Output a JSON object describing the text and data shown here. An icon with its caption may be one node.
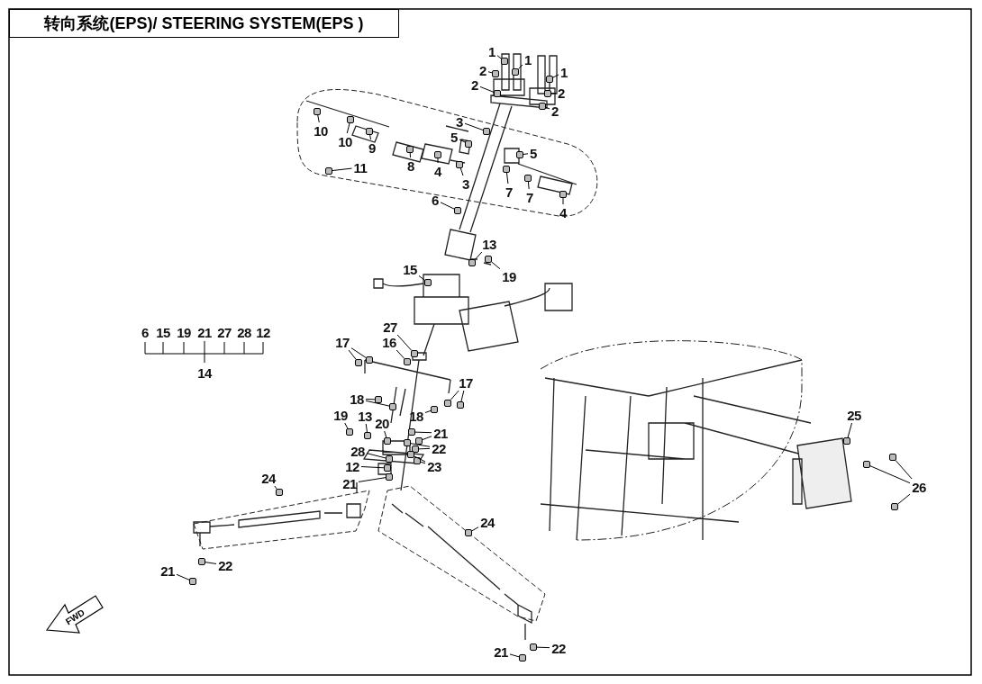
{
  "diagram": {
    "title": "转向系统(EPS)/ STEERING SYSTEM(EPS )",
    "nodes": [
      {
        "text": [
          "1"
        ]
      },
      {
        "text": [
          "1"
        ]
      },
      {
        "text": [
          "1"
        ]
      },
      {
        "text": [
          "2"
        ]
      },
      {
        "text": [
          "2"
        ]
      },
      {
        "text": [
          "2"
        ]
      },
      {
        "text": [
          "2"
        ]
      },
      {
        "text": [
          "10"
        ]
      },
      {
        "text": [
          "3"
        ]
      },
      {
        "text": [
          "10"
        ]
      },
      {
        "text": [
          "5"
        ]
      },
      {
        "text": [
          "9"
        ]
      },
      {
        "text": [
          "5"
        ]
      },
      {
        "text": [
          "8"
        ]
      },
      {
        "text": [
          "11"
        ]
      },
      {
        "text": [
          "4"
        ]
      },
      {
        "text": [
          "3"
        ]
      },
      {
        "text": [
          "7"
        ]
      },
      {
        "text": [
          "7"
        ]
      },
      {
        "text": [
          "6"
        ]
      },
      {
        "text": [
          "4"
        ]
      },
      {
        "text": [
          "13"
        ]
      },
      {
        "text": [
          "15"
        ]
      },
      {
        "text": [
          "19"
        ]
      },
      {
        "text": [
          "27"
        ]
      },
      {
        "text": [
          "17"
        ]
      },
      {
        "text": [
          "16"
        ]
      },
      {
        "text": [
          "17"
        ]
      },
      {
        "text": [
          "18"
        ]
      },
      {
        "text": [
          "18"
        ]
      },
      {
        "text": [
          "19"
        ]
      },
      {
        "text": [
          "13"
        ]
      },
      {
        "text": [
          "20"
        ]
      },
      {
        "text": [
          "21"
        ]
      },
      {
        "text": [
          "22"
        ]
      },
      {
        "text": [
          "23"
        ]
      },
      {
        "text": [
          "28"
        ]
      },
      {
        "text": [
          "12"
        ]
      },
      {
        "text": [
          "21"
        ]
      },
      {
        "text": [
          "24"
        ]
      },
      {
        "text": [
          "24"
        ]
      },
      {
        "text": [
          "22"
        ]
      },
      {
        "text": [
          "21"
        ]
      },
      {
        "text": [
          "21"
        ]
      },
      {
        "text": [
          "22"
        ]
      },
      {
        "text": [
          "25"
        ]
      },
      {
        "text": [
          "26"
        ]
      },
      {
        "text": [],
        "shape": "box"
      },
      {
        "text": [],
        "shape": "box"
      },
      {
        "text": [],
        "shape": "box"
      },
      {
        "text": [],
        "shape": "box"
      },
      {
        "text": [],
        "shape": "box"
      },
      {
        "text": [],
        "shape": "box"
      },
      {
        "text": [],
        "shape": "box"
      },
      {
        "text": [],
        "shape": "box"
      },
      {
        "text": [],
        "shape": "box"
      },
      {
        "text": [],
        "shape": "box"
      },
      {
        "text": [],
        "shape": "box"
      },
      {
        "text": [],
        "shape": "box"
      },
      {
        "text": [],
        "shape": "box"
      },
      {
        "text": [],
        "shape": "box"
      },
      {
        "text": [],
        "shape": "box"
      },
      {
        "text": [],
        "shape": "box"
      },
      {
        "text": [],
        "shape": "box"
      },
      {
        "text": [],
        "shape": "box"
      },
      {
        "text": [],
        "shape": "box"
      },
      {
        "text": [],
        "shape": "box"
      },
      {
        "text": [],
        "shape": "box"
      },
      {
        "text": [],
        "shape": "box"
      },
      {
        "text": [],
        "shape": "box"
      },
      {
        "text": [],
        "shape": "box"
      },
      {
        "text": [],
        "shape": "box"
      },
      {
        "text": [],
        "shape": "box"
      },
      {
        "text": [],
        "shape": "box"
      },
      {
        "text": [],
        "shape": "box"
      },
      {
        "text": [],
        "shape": "box"
      },
      {
        "text": [],
        "shape": "box"
      },
      {
        "text": [],
        "shape": "box"
      },
      {
        "text": [],
        "shape": "box"
      },
      {
        "text": [],
        "shape": "box"
      },
      {
        "text": [],
        "shape": "box"
      },
      {
        "text": [],
        "shape": "box"
      },
      {
        "text": [],
        "shape": "box"
      },
      {
        "text": [],
        "shape": "box"
      },
      {
        "text": [],
        "shape": "box"
      },
      {
        "text": [],
        "shape": "box"
      },
      {
        "text": [],
        "shape": "box"
      },
      {
        "text": [],
        "shape": "box"
      },
      {
        "text": [],
        "shape": "box"
      },
      {
        "text": [],
        "shape": "box"
      },
      {
        "text": [],
        "shape": "box"
      },
      {
        "text": [],
        "shape": "box"
      },
      {
        "text": [],
        "shape": "box"
      },
      {
        "text": [],
        "shape": "box"
      },
      {
        "text": [],
        "shape": "box"
      },
      {
        "text": [],
        "shape": "box"
      },
      {
        "text": [],
        "shape": "box"
      },
      {
        "text": [],
        "shape": "box"
      },
      {
        "text": [],
        "shape": "box"
      },
      {
        "text": [],
        "shape": "box"
      },
      {
        "text": [],
        "shape": "box"
      },
      {
        "text": [],
        "shape": "box"
      }
    ],
    "edges": [
      {
        "from": 0,
        "to": 47,
        "arrow": "none"
      },
      {
        "from": 1,
        "to": 48,
        "arrow": "none"
      },
      {
        "from": 2,
        "to": 49,
        "arrow": "none"
      },
      {
        "from": 3,
        "to": 50,
        "arrow": "none"
      },
      {
        "from": 4,
        "to": 51,
        "arrow": "none"
      },
      {
        "from": 5,
        "to": 52,
        "arrow": "none"
      },
      {
        "from": 6,
        "to": 53,
        "arrow": "none"
      },
      {
        "from": 7,
        "to": 54,
        "arrow": "none"
      },
      {
        "from": 8,
        "to": 55,
        "arrow": "none"
      },
      {
        "from": 9,
        "to": 56,
        "arrow": "none"
      },
      {
        "from": 10,
        "to": 57,
        "arrow": "none"
      },
      {
        "from": 11,
        "to": 58,
        "arrow": "none"
      },
      {
        "from": 12,
        "to": 59,
        "arrow": "none"
      },
      {
        "from": 13,
        "to": 60,
        "arrow": "none"
      },
      {
        "from": 14,
        "to": 61,
        "arrow": "none"
      },
      {
        "from": 15,
        "to": 62,
        "arrow": "none"
      },
      {
        "from": 16,
        "to": 63,
        "arrow": "none"
      },
      {
        "from": 17,
        "to": 64,
        "arrow": "none"
      },
      {
        "from": 18,
        "to": 65,
        "arrow": "none"
      },
      {
        "from": 19,
        "to": 66,
        "arrow": "none"
      },
      {
        "from": 20,
        "to": 67,
        "arrow": "none"
      },
      {
        "from": 21,
        "to": 68,
        "arrow": "none"
      },
      {
        "from": 22,
        "to": 69,
        "arrow": "none"
      },
      {
        "from": 23,
        "to": 70,
        "arrow": "none"
      },
      {
        "from": 24,
        "to": 71,
        "arrow": "none"
      },
      {
        "from": 25,
        "to": 72,
        "arrow": "none"
      },
      {
        "from": 25,
        "to": 73,
        "arrow": "none"
      },
      {
        "from": 26,
        "to": 74,
        "arrow": "none"
      },
      {
        "from": 27,
        "to": 75,
        "arrow": "none"
      },
      {
        "from": 27,
        "to": 76,
        "arrow": "none"
      },
      {
        "from": 28,
        "to": 77,
        "arrow": "none"
      },
      {
        "from": 28,
        "to": 78,
        "arrow": "none"
      },
      {
        "from": 29,
        "to": 79,
        "arrow": "none"
      },
      {
        "from": 30,
        "to": 80,
        "arrow": "none"
      },
      {
        "from": 31,
        "to": 81,
        "arrow": "none"
      },
      {
        "from": 32,
        "to": 82,
        "arrow": "none"
      },
      {
        "from": 33,
        "to": 83,
        "arrow": "none"
      },
      {
        "from": 33,
        "to": 84,
        "arrow": "none"
      },
      {
        "from": 34,
        "to": 85,
        "arrow": "none"
      },
      {
        "from": 34,
        "to": 86,
        "arrow": "none"
      },
      {
        "from": 35,
        "to": 87,
        "arrow": "none"
      },
      {
        "from": 35,
        "to": 88,
        "arrow": "none"
      },
      {
        "from": 36,
        "to": 89,
        "arrow": "none"
      },
      {
        "from": 37,
        "to": 90,
        "arrow": "none"
      },
      {
        "from": 38,
        "to": 91,
        "arrow": "none"
      },
      {
        "from": 39,
        "to": 92,
        "arrow": "none"
      },
      {
        "from": 40,
        "to": 93,
        "arrow": "none"
      },
      {
        "from": 41,
        "to": 94,
        "arrow": "none"
      },
      {
        "from": 42,
        "to": 95,
        "arrow": "none"
      },
      {
        "from": 43,
        "to": 96,
        "arrow": "none"
      },
      {
        "from": 44,
        "to": 97,
        "arrow": "none"
      },
      {
        "from": 45,
        "to": 98,
        "arrow": "none"
      },
      {
        "from": 46,
        "to": 99,
        "arrow": "none"
      },
      {
        "from": 46,
        "to": 100,
        "arrow": "none"
      },
      {
        "from": 46,
        "to": 101,
        "arrow": "none"
      }
    ],
    "labels": [
      "6",
      "15",
      "19",
      "21",
      "27",
      "28",
      "12",
      "14",
      "FWD"
    ]
  }
}
